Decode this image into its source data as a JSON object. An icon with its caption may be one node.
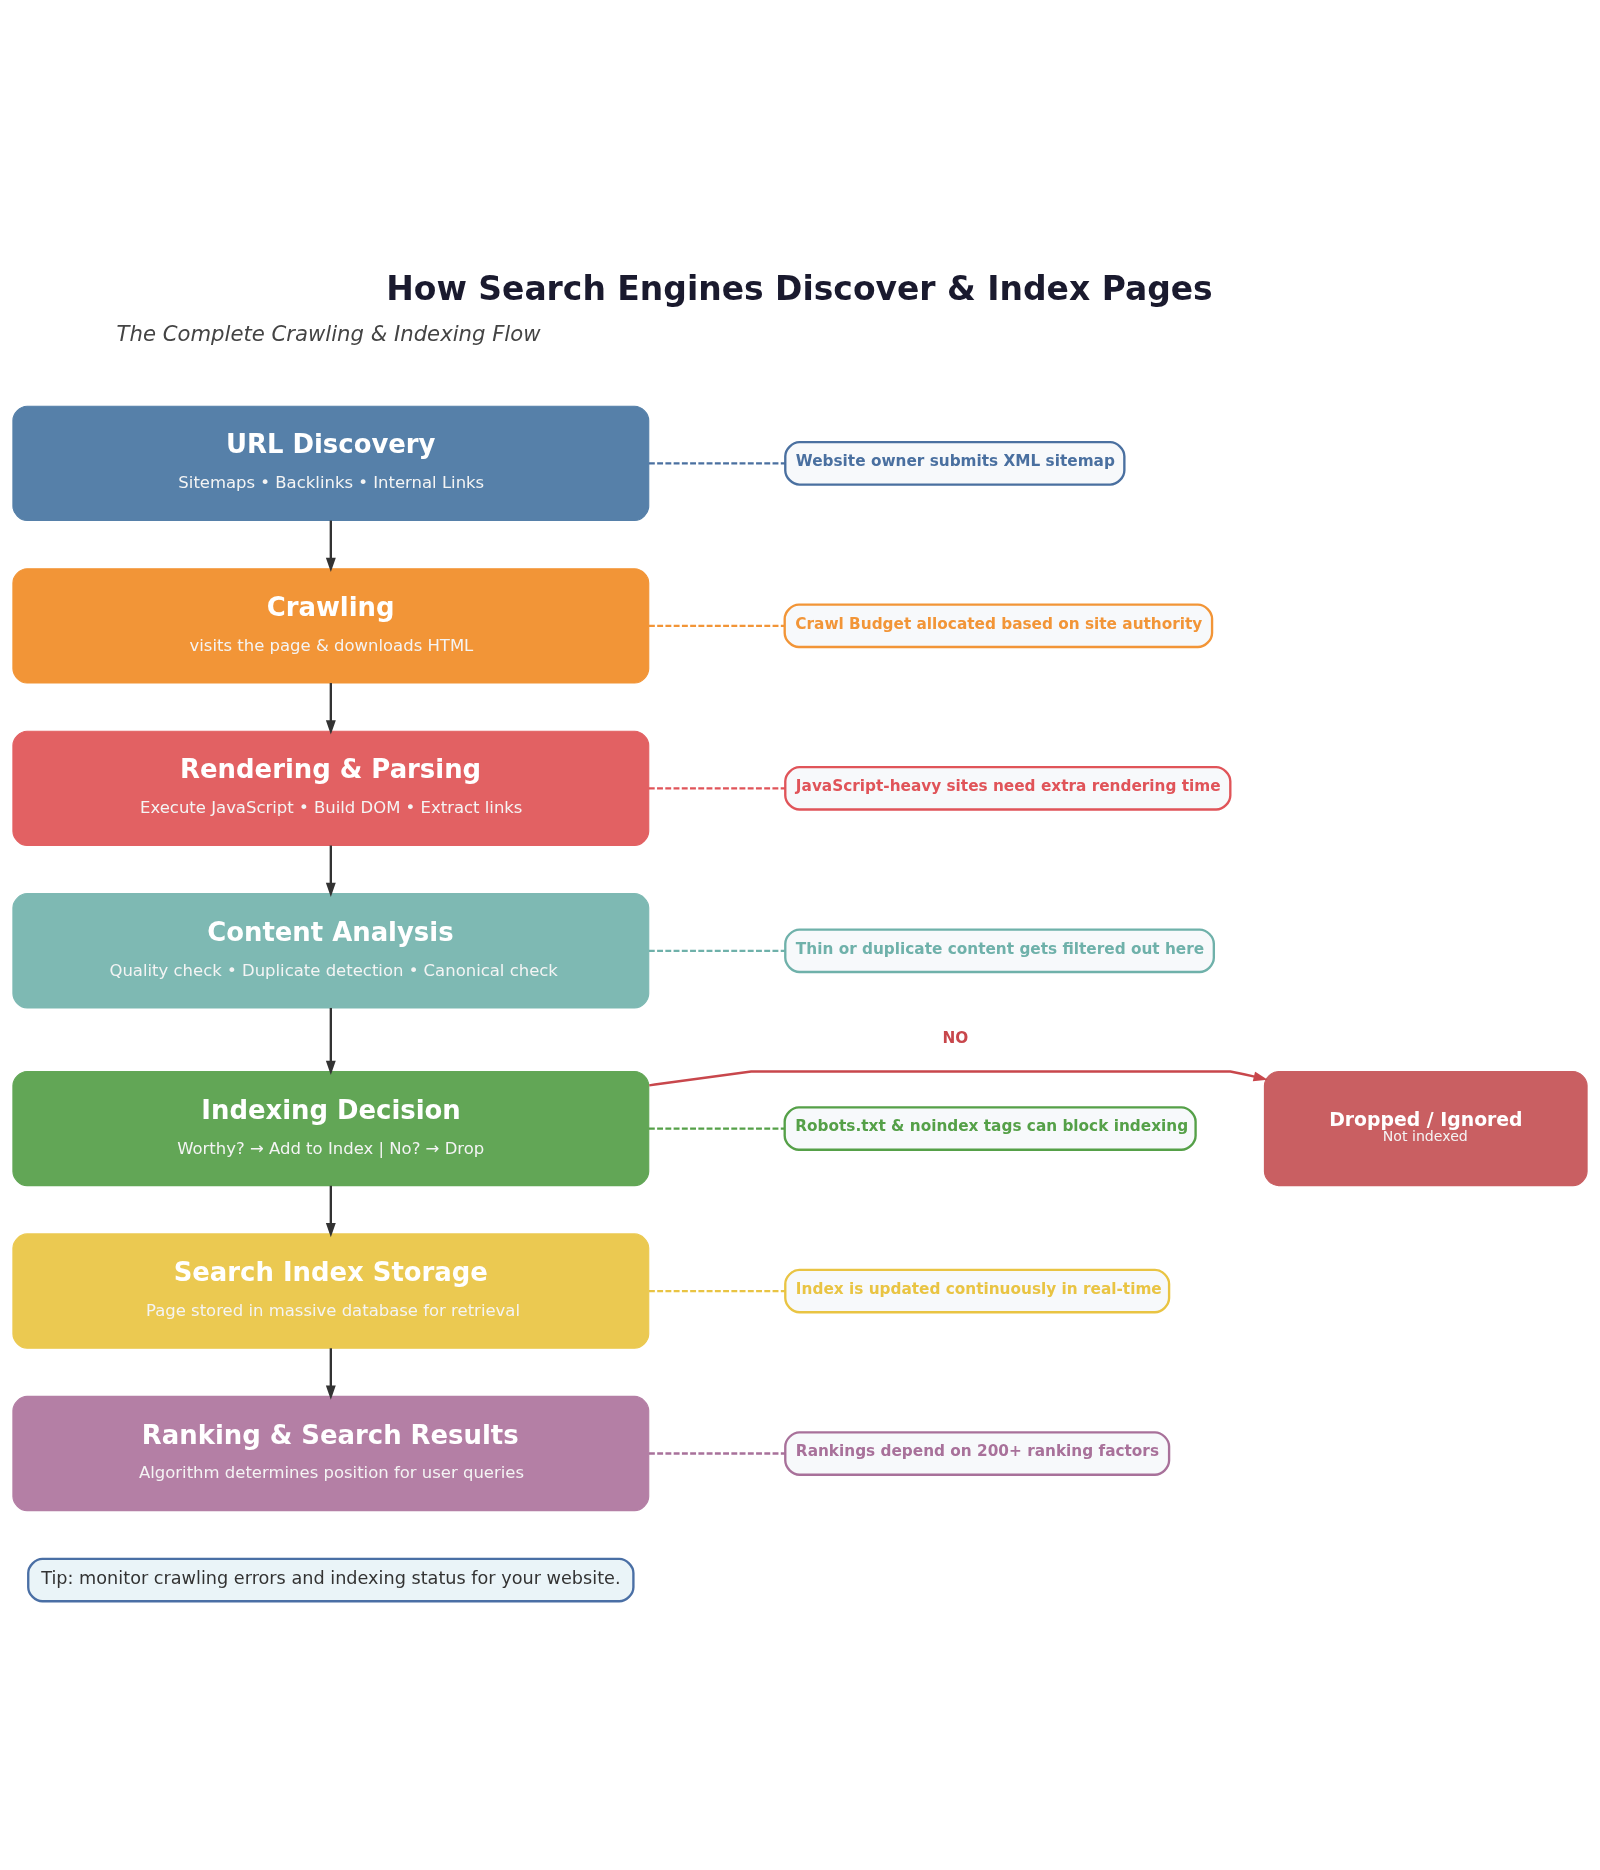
{
  "diagram": {
    "title": "How Search Engines Discover & Index Pages",
    "nodes": [
      {
        "text": [
          "URL Discovery",
          "Sitemaps • Backlinks • Internal Links"
        ]
      },
      {
        "text": [
          "Website owner submits XML sitemap"
        ]
      },
      {
        "text": [
          "Crawling",
          "visits the page & downloads HTML"
        ]
      },
      {
        "text": [
          "Crawl Budget allocated based on site authority"
        ]
      },
      {
        "text": [
          "Rendering & Parsing",
          "Execute JavaScript • Build DOM • Extract links"
        ]
      },
      {
        "text": [
          "JavaScript-heavy sites need extra rendering time"
        ]
      },
      {
        "text": [
          "Content Analysis",
          "Quality check • Duplicate detection • Canonical check"
        ]
      },
      {
        "text": [
          "Thin or duplicate content gets filtered out here"
        ]
      },
      {
        "text": [
          "Dropped / Ignored",
          "Not indexed"
        ]
      },
      {
        "text": [
          "Indexing Decision",
          "Worthy? → Add to Index | No? → Drop"
        ]
      },
      {
        "text": [
          "Robots.txt & noindex tags can block indexing"
        ]
      },
      {
        "text": [
          "Search Index Storage",
          "Page stored in massive database for retrieval"
        ]
      },
      {
        "text": [
          "Index is updated continuously in real-time"
        ]
      },
      {
        "text": [
          "Ranking & Search Results",
          "Algorithm determines position for user queries"
        ]
      },
      {
        "text": [
          "Rankings depend on 200+ ranking factors"
        ]
      },
      {
        "text": [
          "Tip: monitor crawling errors and indexing status for your website."
        ]
      }
    ],
    "edges": [
      {
        "from": 0,
        "to": 2,
        "arrow": "to"
      },
      {
        "from": 2,
        "to": 4,
        "arrow": "to"
      },
      {
        "from": 4,
        "to": 6,
        "arrow": "to"
      },
      {
        "from": 6,
        "to": 9,
        "arrow": "to"
      },
      {
        "from": 9,
        "to": 11,
        "arrow": "to"
      },
      {
        "from": 11,
        "to": 13,
        "arrow": "to"
      },
      {
        "from": 9,
        "to": 8,
        "arrow": "to",
        "label": "NO",
        "color": "#c8474c"
      },
      {
        "from": 0,
        "to": 1,
        "arrow": "none",
        "style": "dashed",
        "color": "#4a70a0"
      },
      {
        "from": 2,
        "to": 3,
        "arrow": "none",
        "style": "dashed",
        "color": "#f29537"
      },
      {
        "from": 4,
        "to": 5,
        "arrow": "none",
        "style": "dashed",
        "color": "#e05459"
      },
      {
        "from": 6,
        "to": 7,
        "arrow": "none",
        "style": "dashed",
        "color": "#6fb1aa"
      },
      {
        "from": 9,
        "to": 10,
        "arrow": "none",
        "style": "dashed",
        "color": "#55a048"
      },
      {
        "from": 11,
        "to": 12,
        "arrow": "none",
        "style": "dashed",
        "color": "#e9c443"
      },
      {
        "from": 13,
        "to": 14,
        "arrow": "none",
        "style": "dashed",
        "color": "#a8719a"
      }
    ],
    "labels": [
      "The Complete Crawling & Indexing Flow"
    ]
  }
}
